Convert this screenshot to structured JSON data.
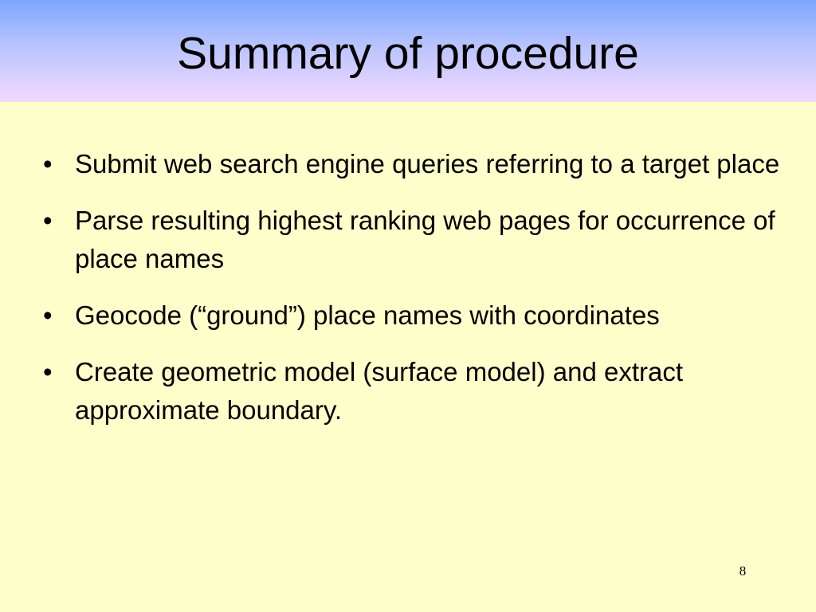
{
  "slide": {
    "title": "Summary of procedure",
    "bullet_glyph": "•",
    "bullets": [
      "Submit web search engine queries referring to a target place",
      "Parse resulting highest ranking web pages for occurrence of place names",
      "Geocode (“ground”) place names with coordinates",
      "Create geometric model (surface model) and extract approximate boundary."
    ],
    "page_number": "8"
  },
  "colors": {
    "background": "#ffffcc",
    "title_gradient_top": "#7ea6ff",
    "title_gradient_bottom": "#f3d9ff",
    "text": "#000000"
  }
}
